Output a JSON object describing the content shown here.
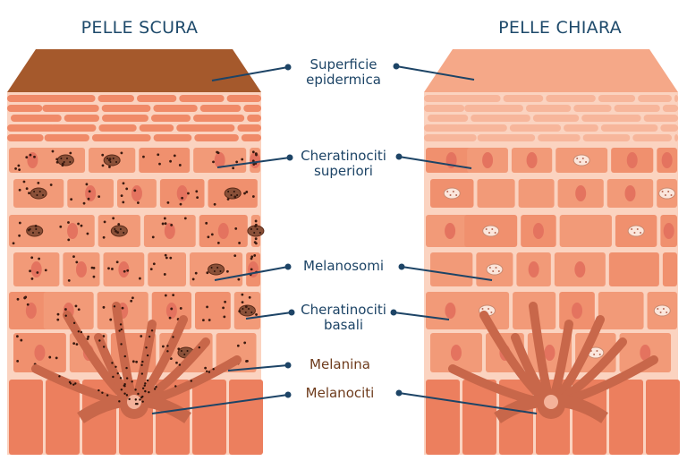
{
  "titles": {
    "dark": "PELLE SCURA",
    "light": "PELLE CHIARA"
  },
  "labels": {
    "surface": [
      "Superficie",
      "epidermica"
    ],
    "upper": [
      "Cheratinociti",
      "superiori"
    ],
    "melanosomes": "Melanosomi",
    "basal": [
      "Cheratinociti",
      "basali"
    ],
    "melanin": "Melanina",
    "melanocytes": "Melanociti"
  },
  "colors": {
    "label": "#1d4466",
    "brown_label": "#6e3b1c",
    "dark_surface": "#a5592c",
    "light_surface": "#f5a888",
    "cell": "#f29a78",
    "membrane": "#fbd3c0",
    "nucleus": "#e4735f",
    "melanocyte": "#c8674a"
  }
}
